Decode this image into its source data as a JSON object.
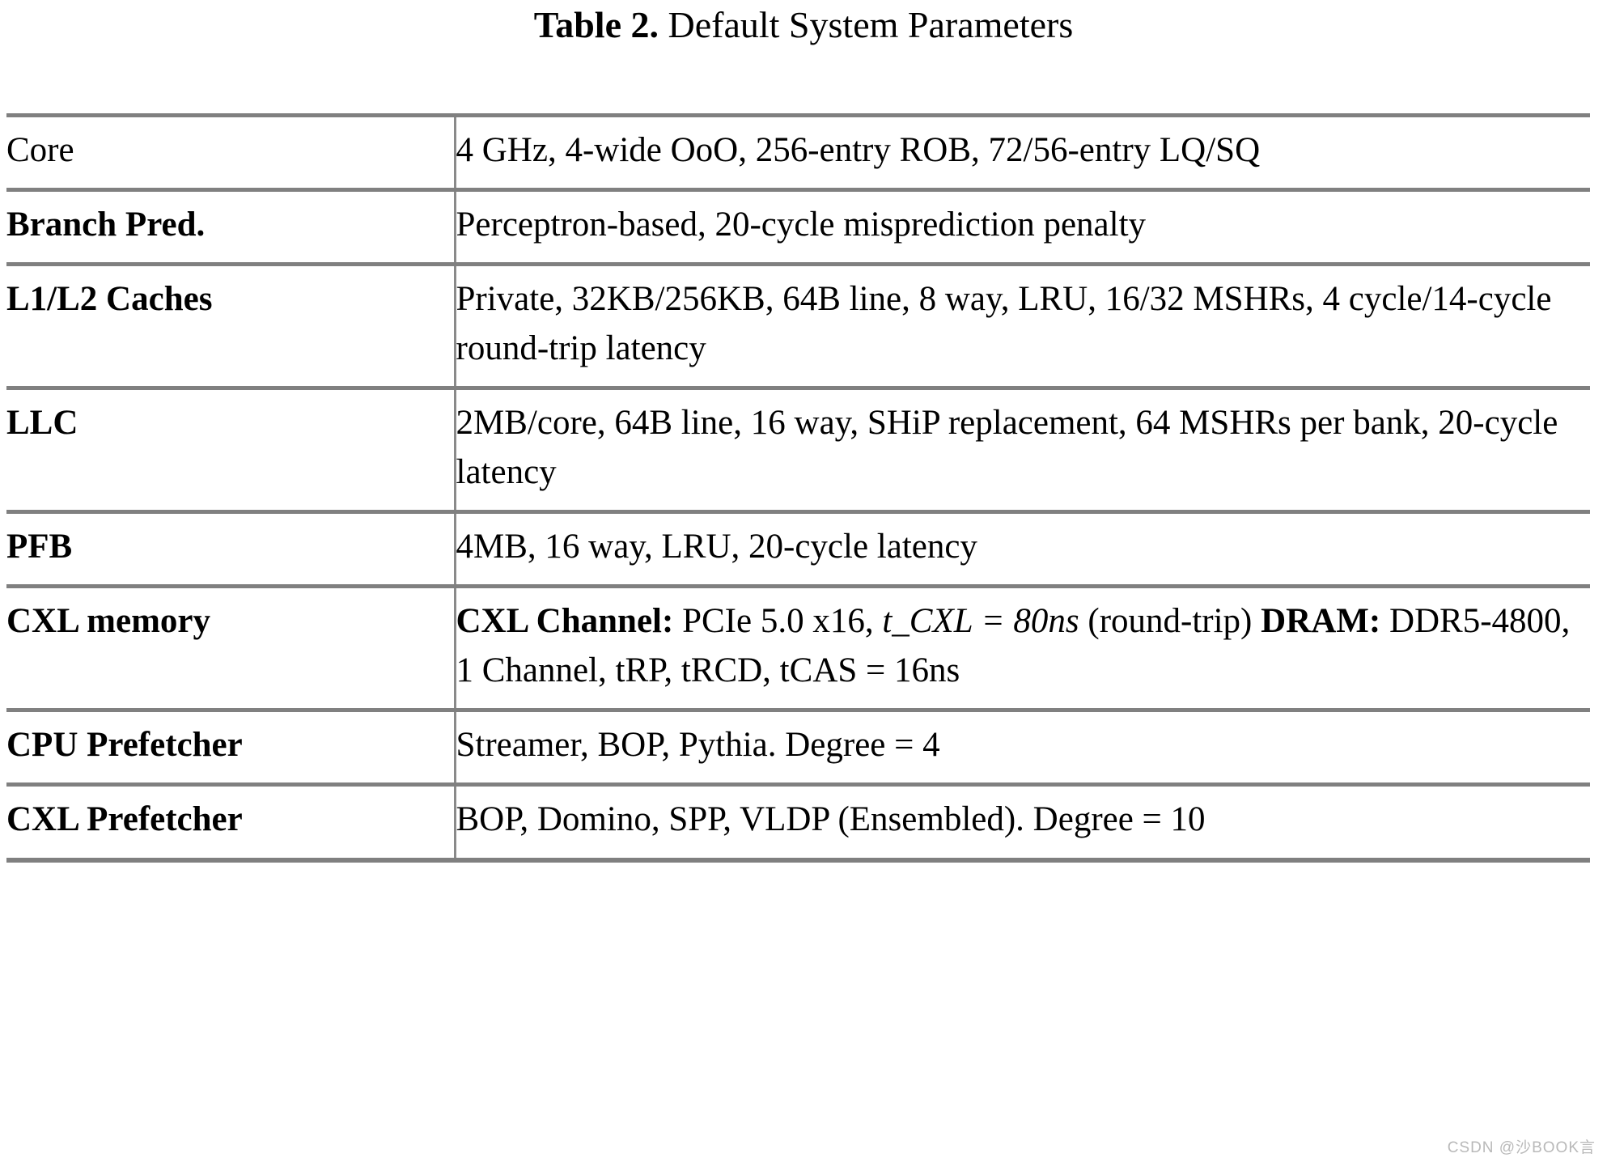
{
  "caption": {
    "label": "Table 2.",
    "text": "Default System Parameters"
  },
  "table": {
    "rows": [
      {
        "key": "Core",
        "key_bold": false,
        "value_plain": "4 GHz, 4-wide OoO, 256-entry ROB, 72/56-entry LQ/SQ",
        "value_parts": [
          {
            "type": "text",
            "text": "4 GHz, 4-wide OoO, 256-entry ROB, 72/56-entry LQ/SQ"
          }
        ]
      },
      {
        "key": "Branch Pred.",
        "key_bold": true,
        "value_plain": "Perceptron-based, 20-cycle misprediction penalty",
        "value_parts": [
          {
            "type": "text",
            "text": "Perceptron-based, 20-cycle misprediction penalty"
          }
        ]
      },
      {
        "key": "L1/L2 Caches",
        "key_bold": true,
        "value_plain": "Private, 32KB/256KB, 64B line, 8 way, LRU, 16/32 MSHRs, 4 cycle/14-cycle round-trip latency",
        "value_parts": [
          {
            "type": "text",
            "text": "Private, 32KB/256KB, 64B line, 8 way, LRU, 16/32 MSHRs, 4 cycle/14-cycle round-trip latency"
          }
        ]
      },
      {
        "key": "LLC",
        "key_bold": true,
        "value_plain": "2MB/core, 64B line, 16 way, SHiP replacement, 64 MSHRs per bank, 20-cycle latency",
        "value_parts": [
          {
            "type": "text",
            "text": "2MB/core, 64B line, 16 way, SHiP replacement, 64 MSHRs per bank, 20-cycle latency"
          }
        ]
      },
      {
        "key": "PFB",
        "key_bold": true,
        "value_plain": "4MB, 16 way, LRU, 20-cycle latency",
        "value_parts": [
          {
            "type": "text",
            "text": "4MB, 16 way, LRU, 20-cycle latency"
          }
        ]
      },
      {
        "key": "CXL memory",
        "key_bold": true,
        "value_plain": "CXL Channel: PCIe 5.0 x16, t_CXL = 80ns (round-trip) DRAM: DDR5-4800, 1 Channel, tRP, tRCD, tCAS = 16ns",
        "value_parts": [
          {
            "type": "bold",
            "text": "CXL Channel:"
          },
          {
            "type": "text",
            "text": " PCIe 5.0 x16, "
          },
          {
            "type": "math",
            "text": "t_CXL = 80ns"
          },
          {
            "type": "text",
            "text": " (round-trip) "
          },
          {
            "type": "bold",
            "text": "DRAM:"
          },
          {
            "type": "text",
            "text": " DDR5-4800, 1 Channel, tRP, tRCD, tCAS = 16ns"
          }
        ]
      },
      {
        "key": "CPU Prefetcher",
        "key_bold": true,
        "value_plain": "Streamer, BOP, Pythia. Degree = 4",
        "value_parts": [
          {
            "type": "text",
            "text": "Streamer, BOP, Pythia. Degree = 4"
          }
        ]
      },
      {
        "key": "CXL Prefetcher",
        "key_bold": true,
        "value_plain": "BOP, Domino, SPP, VLDP (Ensembled). Degree = 10",
        "value_parts": [
          {
            "type": "text",
            "text": "BOP, Domino, SPP, VLDP (Ensembled). Degree = 10"
          }
        ]
      }
    ]
  },
  "watermark": {
    "text": "CSDN @沙BOOK言"
  },
  "colors": {
    "rule": "#808080",
    "divider": "#8a8a8a",
    "text": "#000000",
    "watermark": "#b9b9b9",
    "background": "#ffffff"
  }
}
